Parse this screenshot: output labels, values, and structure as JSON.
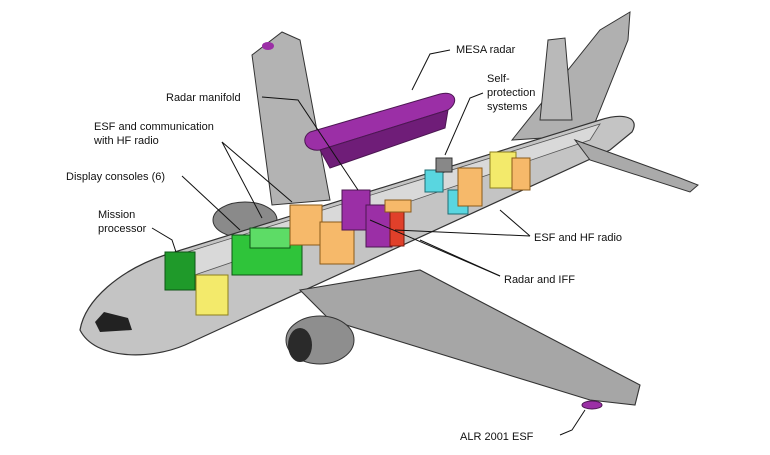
{
  "labels": {
    "mesa": "MESA radar",
    "self_protection": [
      "Self-",
      "protection",
      "systems"
    ],
    "radar_manifold": "Radar manifold",
    "esf_comm": [
      "ESF and communication",
      "with HF radio"
    ],
    "display_consoles": "Display consoles (6)",
    "mission_processor": [
      "Mission",
      "processor"
    ],
    "esf_hf": "ESF and HF radio",
    "radar_iff": "Radar and IFF",
    "alr": "ALR 2001 ESF"
  },
  "colors": {
    "fuselage": "#bcbcbc",
    "wing": "#a9a9a9",
    "mesa": "#9b2fa6",
    "console": "#2fc43a",
    "processor": "#1f9a2a",
    "rack_orange": "#f6b96a",
    "rack_yellow": "#f3ea6b",
    "rack_red": "#e0402a",
    "seat_cyan": "#59d6e0"
  }
}
